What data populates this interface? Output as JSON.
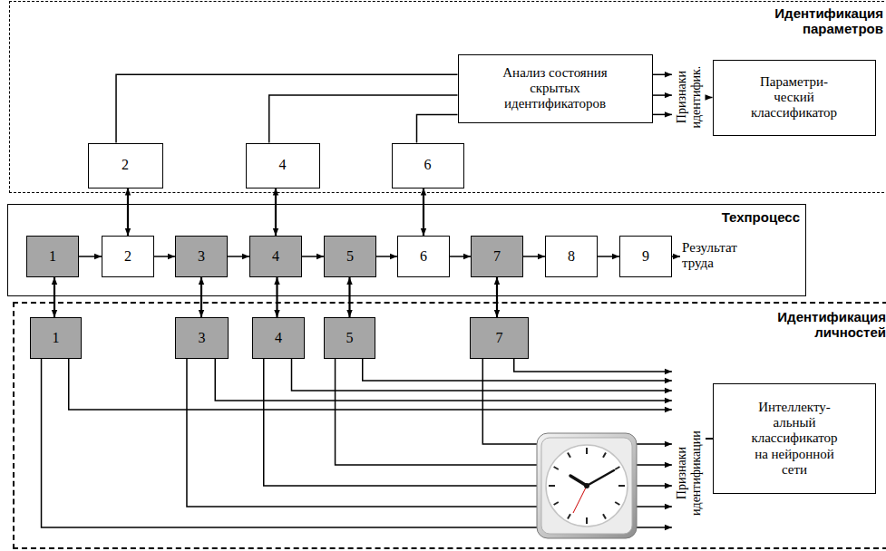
{
  "diagram": {
    "nodes": [
      {
        "text": [
          "Идентификация параметров"
        ]
      },
      {
        "text": [
          "2"
        ],
        "in": 0
      },
      {
        "text": [
          "4"
        ],
        "in": 0
      },
      {
        "text": [
          "6"
        ],
        "in": 0
      },
      {
        "text": [
          "Анализ состояния скрытых идентификаторов"
        ],
        "in": 0
      },
      {
        "text": [
          "Параметри- ческий классификатор"
        ],
        "in": 0
      },
      {
        "text": [
          "Техпроцесс"
        ]
      },
      {
        "text": [
          "1"
        ],
        "in": 6
      },
      {
        "text": [
          "2"
        ],
        "in": 6
      },
      {
        "text": [
          "3"
        ],
        "in": 6
      },
      {
        "text": [
          "4"
        ],
        "in": 6
      },
      {
        "text": [
          "5"
        ],
        "in": 6
      },
      {
        "text": [
          "6"
        ],
        "in": 6
      },
      {
        "text": [
          "7"
        ],
        "in": 6
      },
      {
        "text": [
          "8"
        ],
        "in": 6
      },
      {
        "text": [
          "9"
        ],
        "in": 6
      },
      {
        "text": [
          "Идентификация личностей"
        ]
      },
      {
        "text": [
          "1"
        ],
        "in": 16
      },
      {
        "text": [
          "3"
        ],
        "in": 16
      },
      {
        "text": [
          "4"
        ],
        "in": 16
      },
      {
        "text": [
          "5"
        ],
        "in": 16
      },
      {
        "text": [
          "7"
        ],
        "in": 16
      },
      {
        "text": [
          "Интеллекту- альный классификатор на нейронной сети"
        ],
        "in": 16
      }
    ],
    "edges": [
      {
        "from": 7,
        "to": 8,
        "arrow": "to"
      },
      {
        "from": 8,
        "to": 9,
        "arrow": "to"
      },
      {
        "from": 9,
        "to": 10,
        "arrow": "to"
      },
      {
        "from": 10,
        "to": 11,
        "arrow": "to"
      },
      {
        "from": 11,
        "to": 12,
        "arrow": "to"
      },
      {
        "from": 12,
        "to": 13,
        "arrow": "to"
      },
      {
        "from": 13,
        "to": 14,
        "arrow": "to"
      },
      {
        "from": 14,
        "to": 15,
        "arrow": "to"
      },
      {
        "from": 1,
        "to": 8,
        "arrow": "both"
      },
      {
        "from": 2,
        "to": 10,
        "arrow": "both"
      },
      {
        "from": 3,
        "to": 12,
        "arrow": "both"
      },
      {
        "from": 1,
        "to": 4,
        "arrow": "none"
      },
      {
        "from": 2,
        "to": 4,
        "arrow": "none"
      },
      {
        "from": 3,
        "to": 4,
        "arrow": "none"
      },
      {
        "from": 4,
        "to": 5,
        "arrow": "to"
      },
      {
        "from": 7,
        "to": 17,
        "arrow": "both"
      },
      {
        "from": 9,
        "to": 18,
        "arrow": "both"
      },
      {
        "from": 10,
        "to": 19,
        "arrow": "both"
      },
      {
        "from": 11,
        "to": 20,
        "arrow": "both"
      },
      {
        "from": 13,
        "to": 21,
        "arrow": "both"
      },
      {
        "from": 17,
        "to": 22,
        "arrow": "to"
      },
      {
        "from": 18,
        "to": 22,
        "arrow": "to"
      },
      {
        "from": 19,
        "to": 22,
        "arrow": "to"
      },
      {
        "from": 20,
        "to": 22,
        "arrow": "to"
      },
      {
        "from": 21,
        "to": 22,
        "arrow": "to"
      }
    ],
    "labels": [
      "Признаки идентифик.",
      "Результат труда",
      "Признаки идентификации"
    ]
  }
}
